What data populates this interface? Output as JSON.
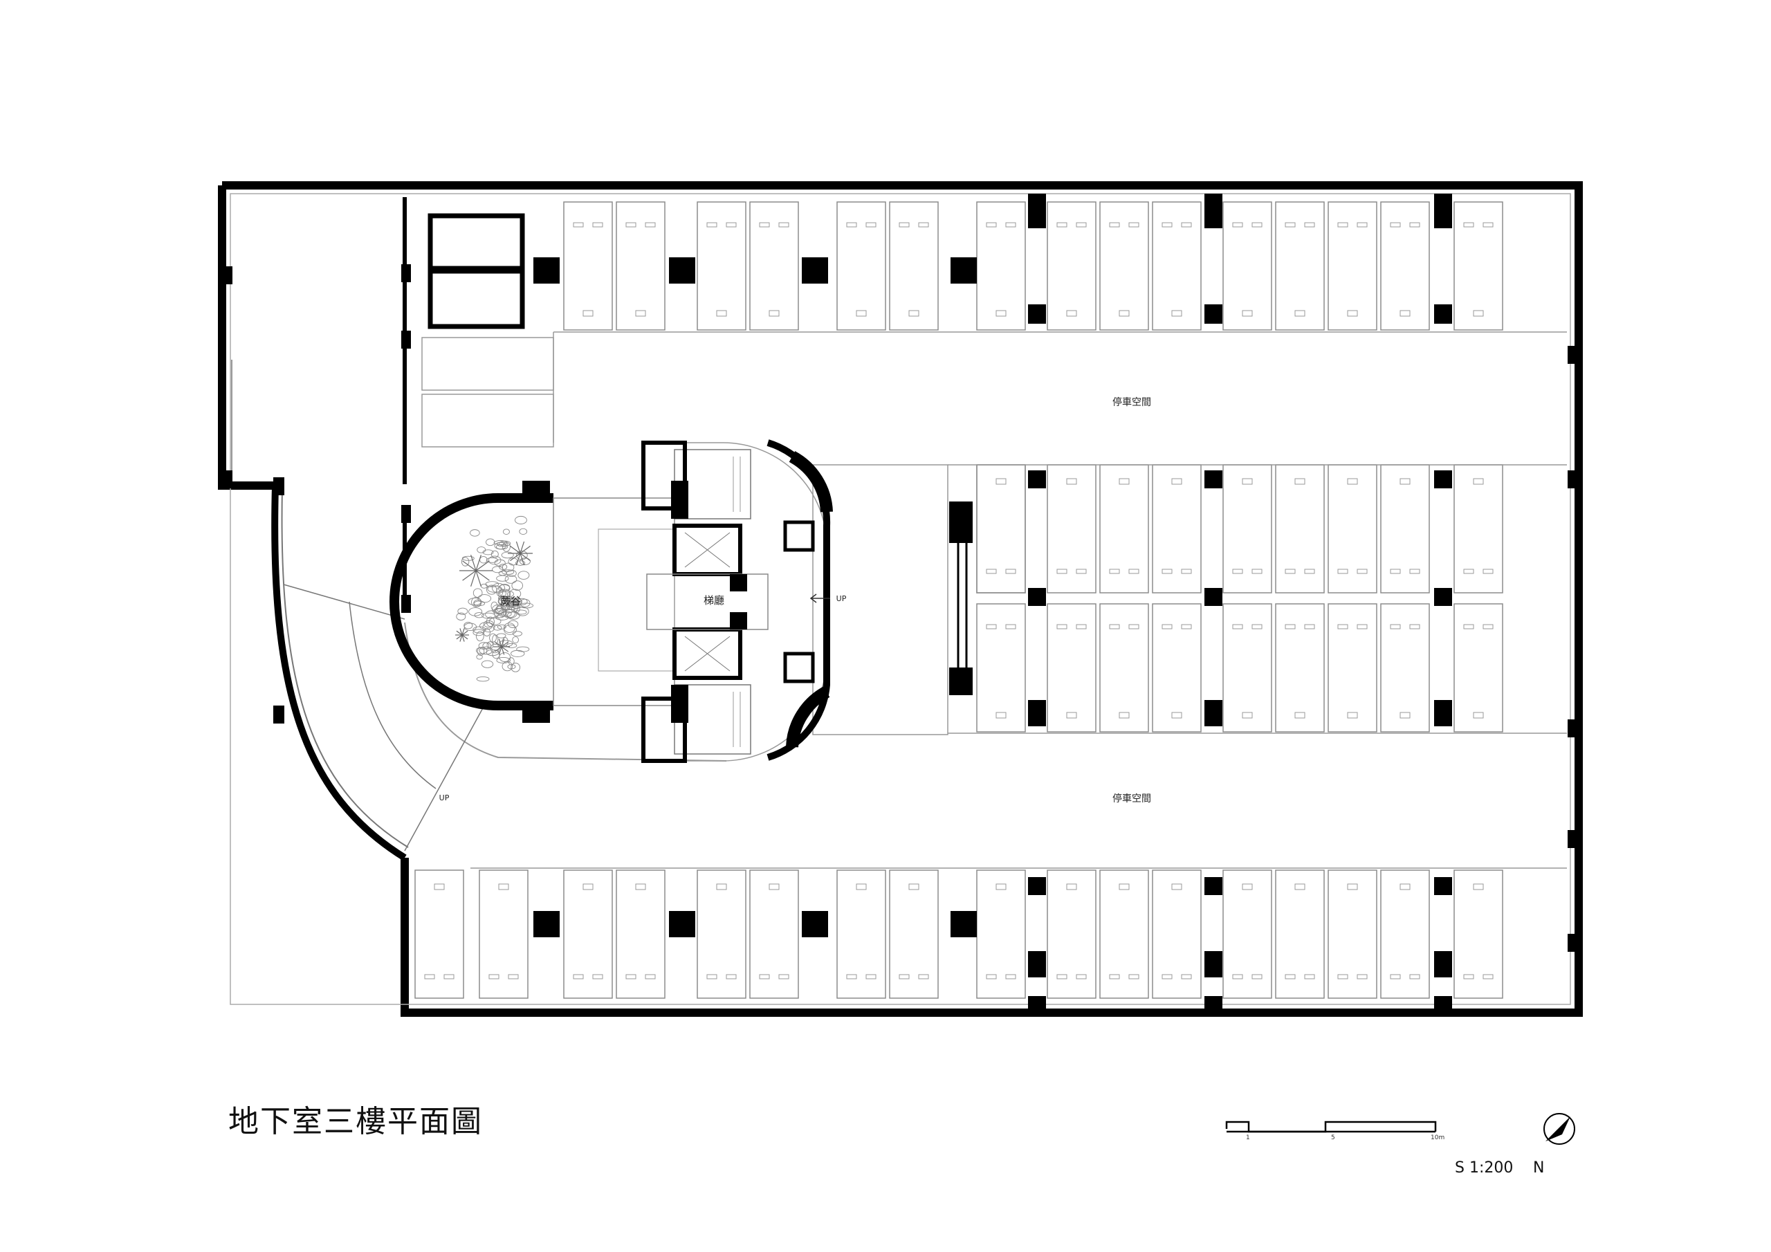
{
  "title": "地下室三樓平面圖",
  "labels": {
    "parking_upper": "停車空間",
    "parking_lower": "停車空間",
    "valley": "蕨谷",
    "lobby": "梯廳",
    "up_lobby": "UP",
    "up_ramp": "UP"
  },
  "scale": {
    "text": "S 1:200",
    "tick_1": "1",
    "tick_5": "5",
    "tick_10": "10m"
  },
  "north": "N",
  "colors": {
    "wall": "#000000",
    "line": "#8c8c8c",
    "background": "#ffffff"
  }
}
